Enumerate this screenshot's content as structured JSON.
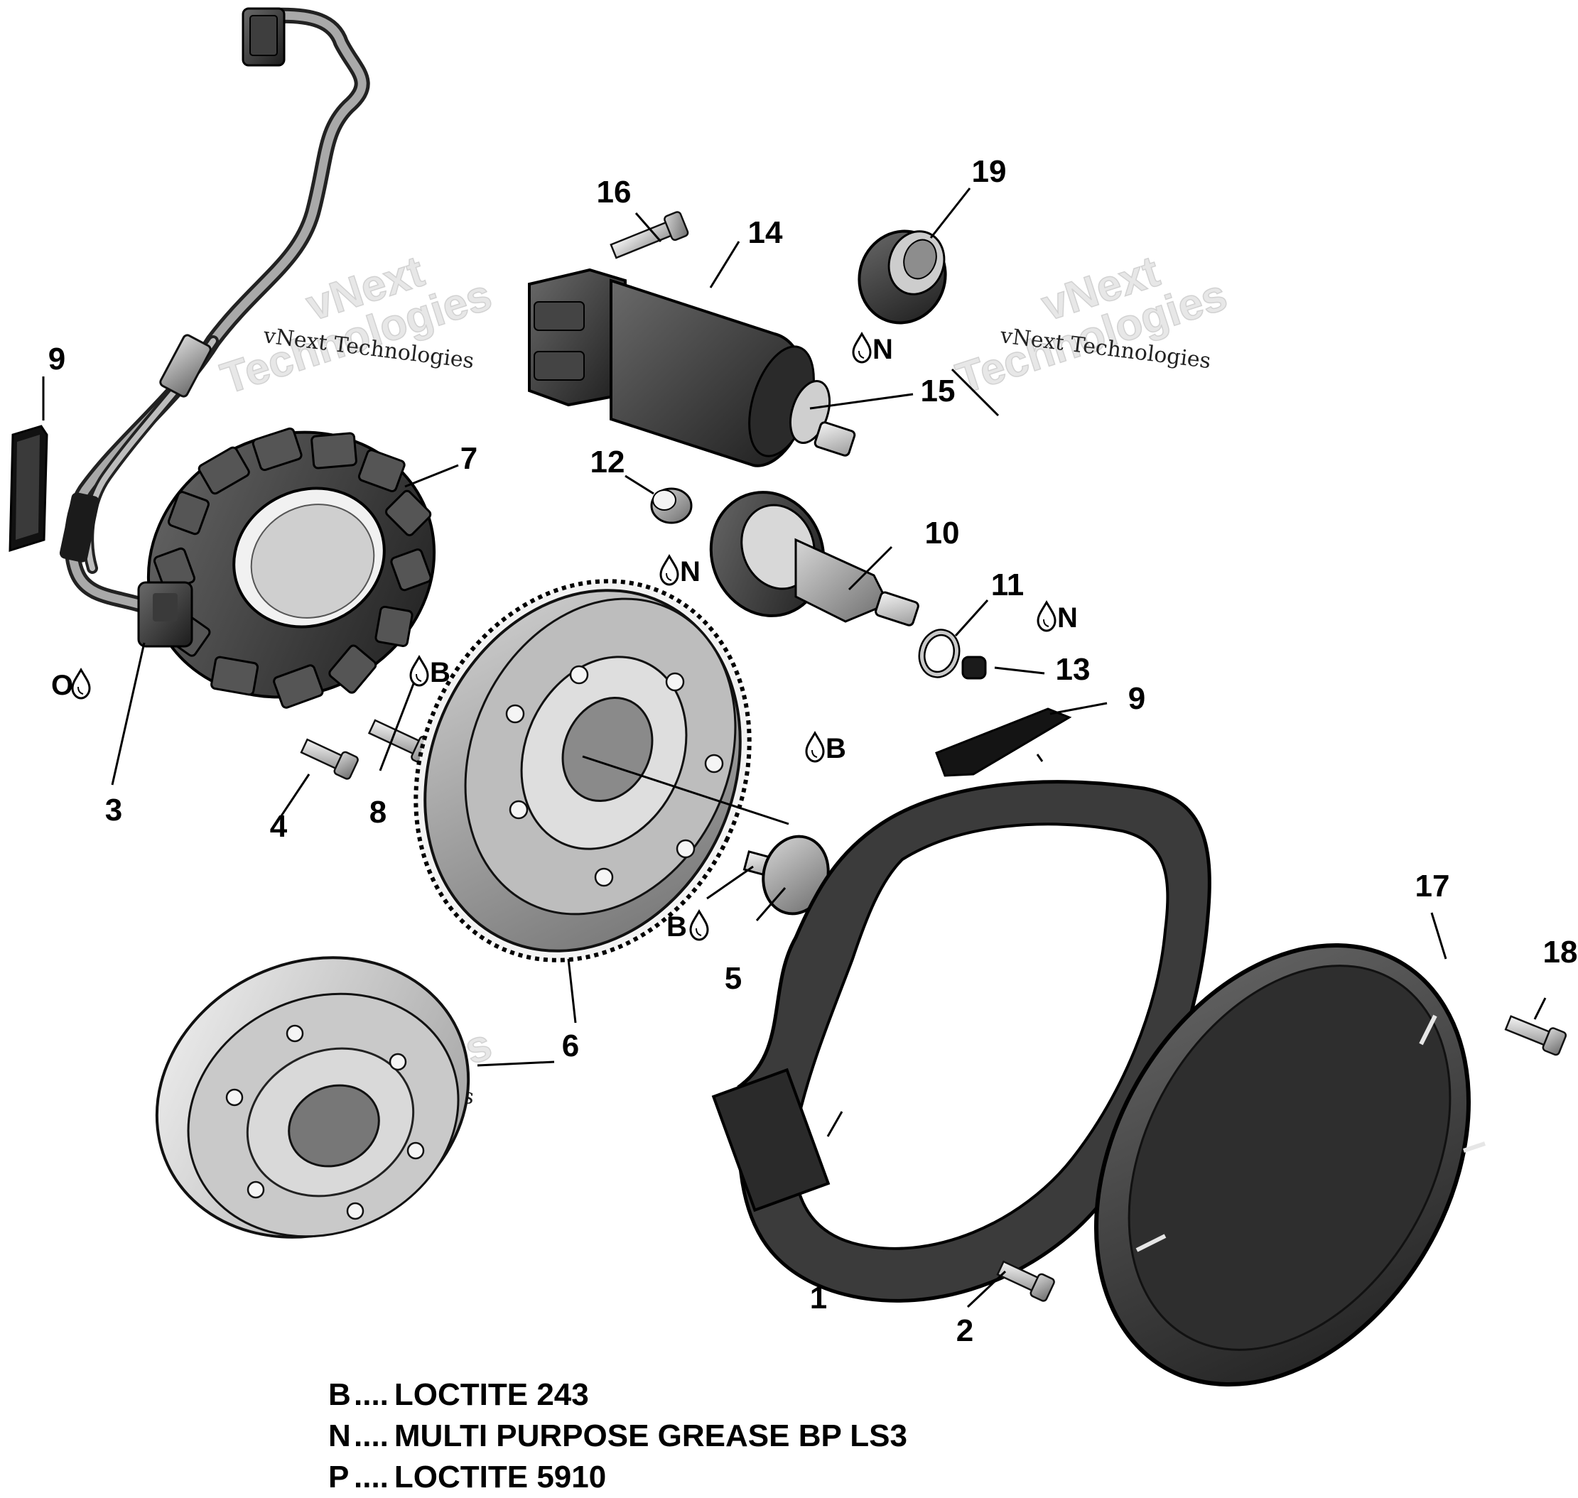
{
  "callouts": [
    {
      "id": "1",
      "text": "1"
    },
    {
      "id": "2",
      "text": "2"
    },
    {
      "id": "3",
      "text": "3"
    },
    {
      "id": "4",
      "text": "4"
    },
    {
      "id": "5",
      "text": "5"
    },
    {
      "id": "6a",
      "text": "6"
    },
    {
      "id": "6b",
      "text": "6"
    },
    {
      "id": "7",
      "text": "7"
    },
    {
      "id": "8",
      "text": "8"
    },
    {
      "id": "9a",
      "text": "9"
    },
    {
      "id": "9b",
      "text": "9"
    },
    {
      "id": "10",
      "text": "10"
    },
    {
      "id": "11",
      "text": "11"
    },
    {
      "id": "12",
      "text": "12"
    },
    {
      "id": "13",
      "text": "13"
    },
    {
      "id": "14",
      "text": "14"
    },
    {
      "id": "15",
      "text": "15"
    },
    {
      "id": "16",
      "text": "16"
    },
    {
      "id": "17",
      "text": "17"
    },
    {
      "id": "18",
      "text": "18"
    },
    {
      "id": "19",
      "text": "19"
    }
  ],
  "markers": [
    {
      "id": "n-starter",
      "letter": "N"
    },
    {
      "id": "n-bushing",
      "letter": "N"
    },
    {
      "id": "n-pin",
      "letter": "N"
    },
    {
      "id": "b-screw8",
      "letter": "B"
    },
    {
      "id": "b-rotor",
      "letter": "B"
    },
    {
      "id": "b-bolt5",
      "letter": "B"
    },
    {
      "id": "o-stator",
      "letter": "O"
    }
  ],
  "legend": [
    {
      "code": "B",
      "dots": "....",
      "text": "LOCTITE 243"
    },
    {
      "code": "N",
      "dots": "....",
      "text": "MULTI PURPOSE GREASE BP LS3"
    },
    {
      "code": "P",
      "dots": "....",
      "text": "LOCTITE 5910"
    }
  ],
  "watermark": {
    "brand_top": "vNext",
    "brand_bottom": "Technologies",
    "sub": "vNext Technologies"
  }
}
